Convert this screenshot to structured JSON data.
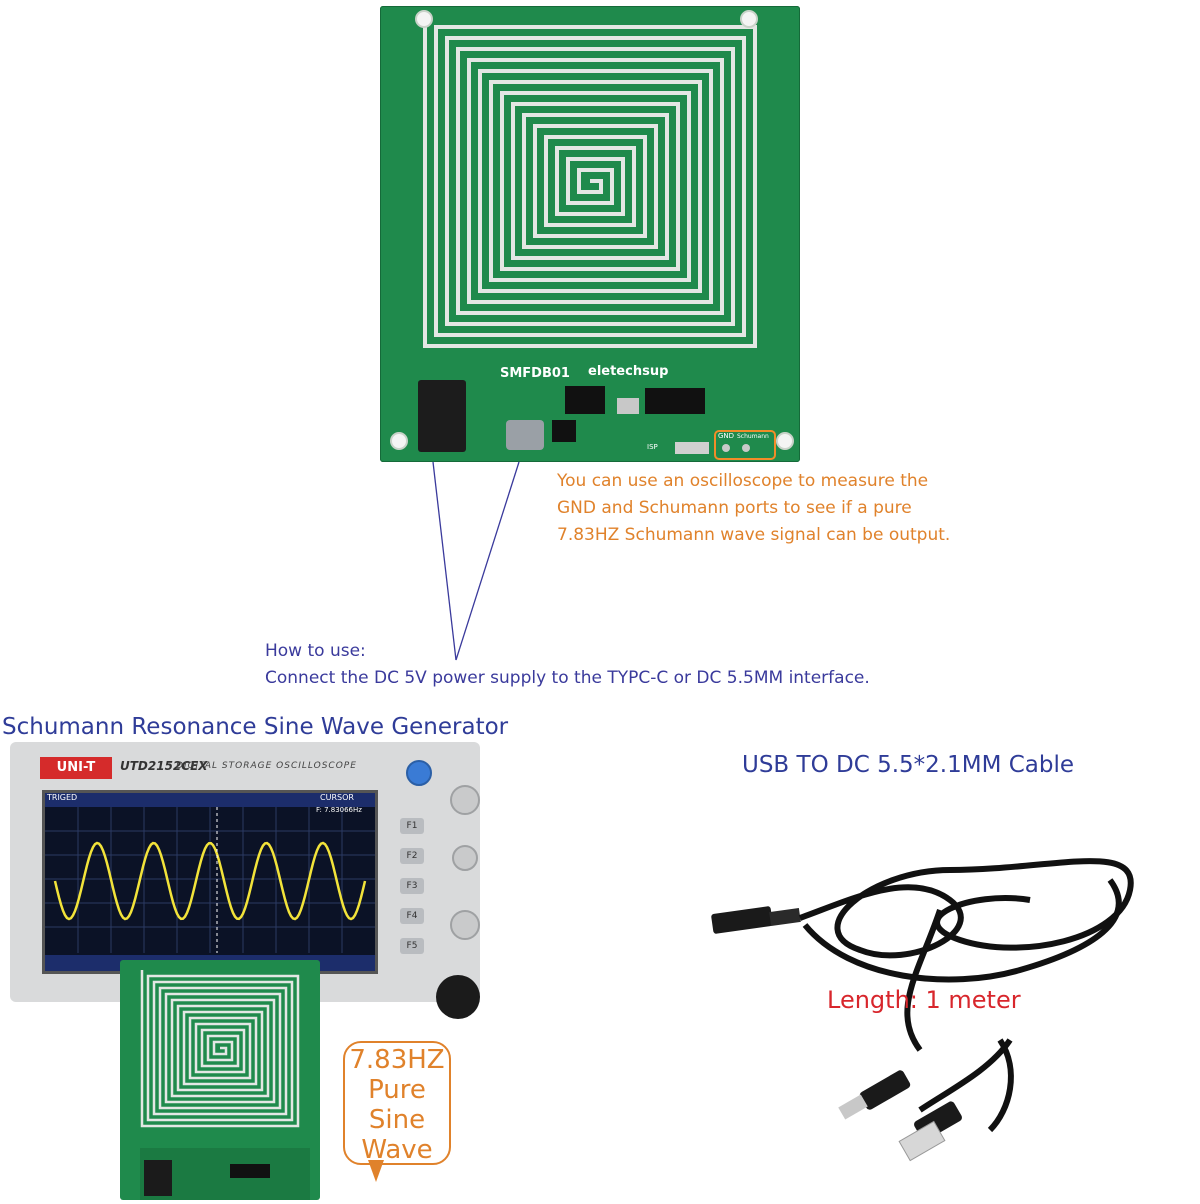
{
  "pcb": {
    "model_label": "SMFDB01",
    "brand_label": "eletechsup",
    "gnd_label": "GND",
    "schumann_label": "Schumann",
    "isp_label": "ISP"
  },
  "notes": {
    "oscilloscope_note": "You can use an oscilloscope to measure the GND and Schumann ports to see if a pure 7.83HZ Schumann wave signal can be output.",
    "howto_title": "How to use:",
    "howto_text": "Connect the DC 5V power supply to the TYPC-C or DC 5.5MM interface."
  },
  "scope_section": {
    "heading": "Schumann Resonance Sine Wave Generator",
    "brand": "UNI-T",
    "model": "UTD2152CEX",
    "description": "DIGITAL STORAGE OSCILLOSCOPE",
    "frequency_readout": "F: 7.83066Hz",
    "cursor_label": "CURSOR",
    "trigger_label": "TRIGED",
    "f_keys": [
      "F1",
      "F2",
      "F3",
      "F4",
      "F5"
    ],
    "bubble_lines": [
      "7.83HZ",
      "Pure",
      "Sine",
      "Wave"
    ]
  },
  "cable_section": {
    "heading": "USB TO DC 5.5*2.1MM Cable",
    "length_label": "Length: 1 meter"
  },
  "colors": {
    "pcb_green": "#1f8a4c",
    "trace_silver": "#dfe3e0",
    "orange_text": "#e0822b",
    "blue_text": "#2f3c98",
    "red_text": "#d8262c",
    "sine_yellow": "#f2e33a"
  }
}
